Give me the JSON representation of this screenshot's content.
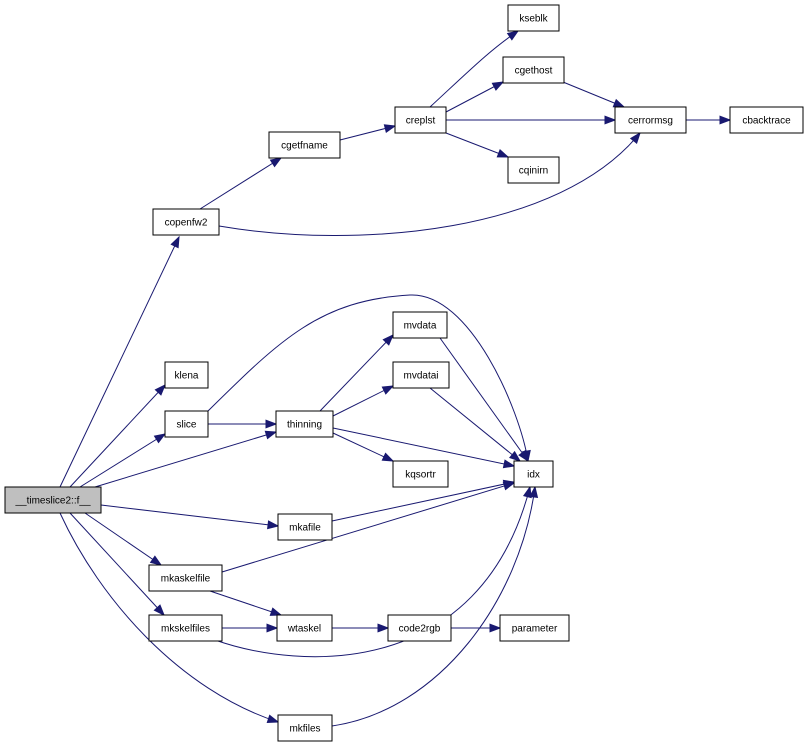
{
  "diagram": {
    "colors": {
      "edge": "#191970",
      "node_border": "#000000",
      "node_fill": "#ffffff",
      "root_fill": "#bfbfbf"
    },
    "nodes": [
      {
        "id": "root",
        "label": "__timeslice2::f__",
        "root": true
      },
      {
        "id": "kseblk",
        "label": "kseblk"
      },
      {
        "id": "cgethost",
        "label": "cgethost"
      },
      {
        "id": "creplst",
        "label": "creplst"
      },
      {
        "id": "cerrormsg",
        "label": "cerrormsg"
      },
      {
        "id": "cbacktrace",
        "label": "cbacktrace"
      },
      {
        "id": "cgetfname",
        "label": "cgetfname"
      },
      {
        "id": "cqinirn",
        "label": "cqinirn"
      },
      {
        "id": "copenfw2",
        "label": "copenfw2"
      },
      {
        "id": "mvdata",
        "label": "mvdata"
      },
      {
        "id": "klena",
        "label": "klena"
      },
      {
        "id": "mvdatai",
        "label": "mvdatai"
      },
      {
        "id": "slice",
        "label": "slice"
      },
      {
        "id": "thinning",
        "label": "thinning"
      },
      {
        "id": "kqsortr",
        "label": "kqsortr"
      },
      {
        "id": "idx",
        "label": "idx"
      },
      {
        "id": "mkafile",
        "label": "mkafile"
      },
      {
        "id": "mkaskelfile",
        "label": "mkaskelfile"
      },
      {
        "id": "mkskelfiles",
        "label": "mkskelfiles"
      },
      {
        "id": "wtaskel",
        "label": "wtaskel"
      },
      {
        "id": "code2rgb",
        "label": "code2rgb"
      },
      {
        "id": "parameter",
        "label": "parameter"
      },
      {
        "id": "mkfiles",
        "label": "mkfiles"
      }
    ],
    "edges": [
      {
        "from": "root",
        "to": "copenfw2"
      },
      {
        "from": "root",
        "to": "klena"
      },
      {
        "from": "root",
        "to": "slice"
      },
      {
        "from": "root",
        "to": "thinning"
      },
      {
        "from": "root",
        "to": "mkafile"
      },
      {
        "from": "root",
        "to": "mkaskelfile"
      },
      {
        "from": "root",
        "to": "mkskelfiles"
      },
      {
        "from": "root",
        "to": "mkfiles"
      },
      {
        "from": "copenfw2",
        "to": "cgetfname"
      },
      {
        "from": "copenfw2",
        "to": "cerrormsg"
      },
      {
        "from": "cgetfname",
        "to": "creplst"
      },
      {
        "from": "creplst",
        "to": "kseblk"
      },
      {
        "from": "creplst",
        "to": "cgethost"
      },
      {
        "from": "creplst",
        "to": "cerrormsg"
      },
      {
        "from": "creplst",
        "to": "cqinirn"
      },
      {
        "from": "cgethost",
        "to": "cerrormsg"
      },
      {
        "from": "cerrormsg",
        "to": "cbacktrace"
      },
      {
        "from": "slice",
        "to": "thinning"
      },
      {
        "from": "slice",
        "to": "idx"
      },
      {
        "from": "thinning",
        "to": "mvdata"
      },
      {
        "from": "thinning",
        "to": "mvdatai"
      },
      {
        "from": "thinning",
        "to": "idx"
      },
      {
        "from": "thinning",
        "to": "kqsortr"
      },
      {
        "from": "mvdata",
        "to": "idx"
      },
      {
        "from": "mvdatai",
        "to": "idx"
      },
      {
        "from": "mkafile",
        "to": "idx"
      },
      {
        "from": "mkaskelfile",
        "to": "idx"
      },
      {
        "from": "mkaskelfile",
        "to": "wtaskel"
      },
      {
        "from": "mkskelfiles",
        "to": "wtaskel"
      },
      {
        "from": "mkskelfiles",
        "to": "idx"
      },
      {
        "from": "wtaskel",
        "to": "code2rgb"
      },
      {
        "from": "code2rgb",
        "to": "parameter"
      },
      {
        "from": "mkfiles",
        "to": "idx"
      }
    ]
  }
}
